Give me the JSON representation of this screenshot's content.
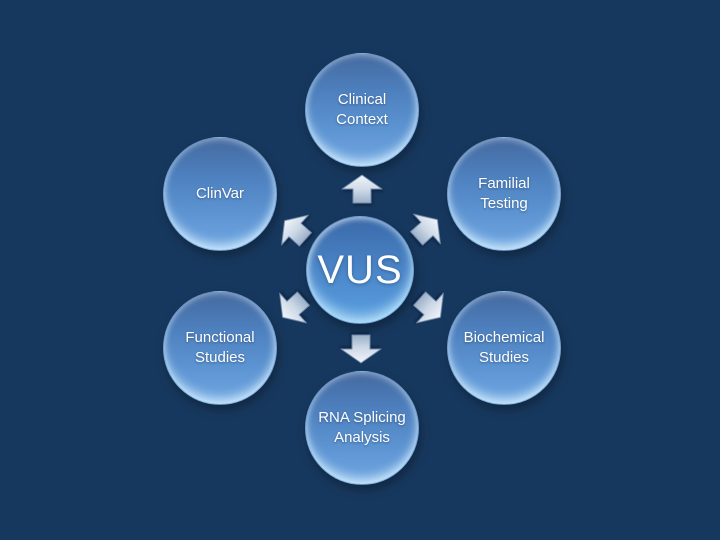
{
  "slide": {
    "type": "diverging-radial-diagram",
    "background_color": "#17385e"
  },
  "diagram": {
    "center": {
      "label": "VUS"
    },
    "nodes": [
      {
        "label": "Clinical Context",
        "position": "top"
      },
      {
        "label": "Familial Testing",
        "position": "upper-right"
      },
      {
        "label": "Biochemical Studies",
        "position": "lower-right"
      },
      {
        "label": "RNA Splicing Analysis",
        "position": "bottom"
      },
      {
        "label": "Functional Studies",
        "position": "lower-left"
      },
      {
        "label": "ClinVar",
        "position": "upper-left"
      }
    ],
    "arrows": [
      {
        "icon": "block-arrow-up-icon",
        "direction": "up"
      },
      {
        "icon": "block-arrow-upper-right-icon",
        "direction": "upper-right"
      },
      {
        "icon": "block-arrow-lower-right-icon",
        "direction": "lower-right"
      },
      {
        "icon": "block-arrow-down-icon",
        "direction": "down"
      },
      {
        "icon": "block-arrow-lower-left-icon",
        "direction": "lower-left"
      },
      {
        "icon": "block-arrow-upper-left-icon",
        "direction": "upper-left"
      }
    ],
    "colors": {
      "background": "#17385e",
      "circle_gradient_top": "#44699f",
      "circle_gradient_bottom": "#70a7e2",
      "center_circle_gradient_top": "#3a69a9",
      "center_circle_gradient_bottom": "#5599da",
      "rim_highlight": "#d8f0ff",
      "arrow_gradient_top": "#eff4fa",
      "arrow_gradient_bottom": "#9db2c9",
      "text": "#ffffff"
    }
  }
}
